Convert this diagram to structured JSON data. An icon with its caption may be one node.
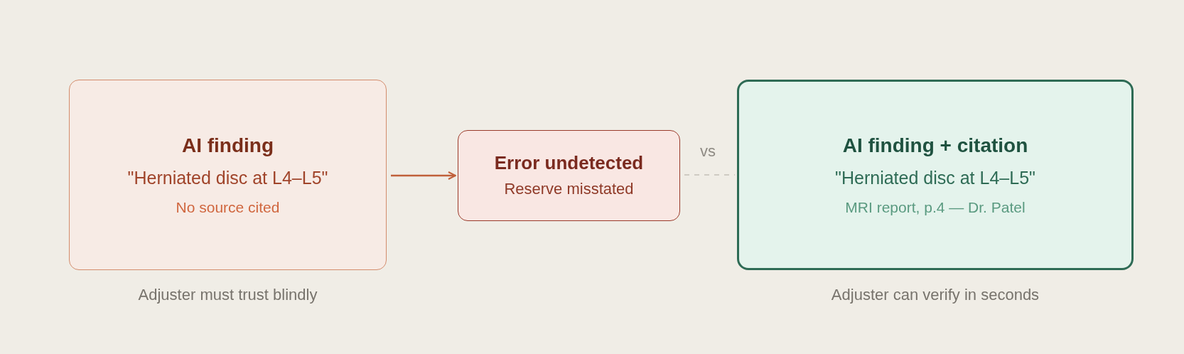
{
  "diagram": {
    "nodes": [
      {
        "text": [
          "AI finding",
          "\"Herniated disc at L4–L5\"",
          "No source cited"
        ],
        "beside": [
          "Adjuster must trust blindly"
        ]
      },
      {
        "text": [
          "Error undetected",
          "Reserve misstated"
        ]
      },
      {
        "text": [
          "AI finding + citation",
          "\"Herniated disc at L4–L5\"",
          "MRI report, p.4 — Dr. Patel"
        ],
        "beside": [
          "Adjuster can verify in seconds"
        ]
      }
    ],
    "edges": [
      {
        "from": 0,
        "to": 1,
        "arrow": "to"
      },
      {
        "from": 1,
        "to": 2,
        "arrow": "none",
        "label": "vs",
        "style": "dashed",
        "color": "#c4c0b8"
      }
    ]
  }
}
